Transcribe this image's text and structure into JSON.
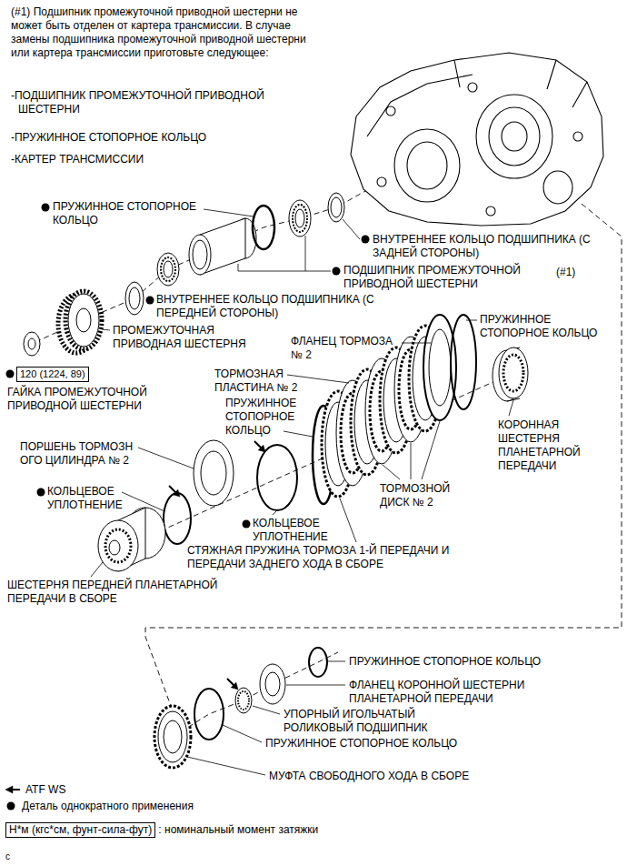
{
  "diagram": {
    "nodes": [
      {
        "text": [
          "120 (1224, 89)"
        ]
      },
      {
        "text": [
          "Н*м (кгс*см, фунт-сила-фут)"
        ]
      }
    ],
    "labels": [
      "(#1) Подшипник промежуточной приводной шестерни не может быть отделен от картера трансмиссии. В случае замены подшипника промежуточной приводной шестерни или картера трансмиссии приготовьте следующее:",
      "-ПОДШИПНИК ПРОМЕЖУТОЧНОЙ ПРИВОДНОЙ ШЕСТЕРНИ",
      "-ПРУЖИННОЕ СТОПОРНОЕ КОЛЬЦО",
      "-КАРТЕР ТРАНСМИССИИ",
      "ПРУЖИННОЕ СТОПОРНОЕ КОЛЬЦО",
      "ВНУТРЕННЕЕ КОЛЬЦО ПОДШИПНИКА (С ЗАДНЕЙ СТОРОНЫ)",
      "ПОДШИПНИК ПРОМЕЖУТОЧНОЙ ПРИВОДНОЙ ШЕСТЕРНИ",
      "(#1)",
      "ВНУТРЕННЕЕ КОЛЬЦО ПОДШИПНИКА (С ПЕРЕДНЕЙ СТОРОНЫ)",
      "ПРОМЕЖУТОЧНАЯ ПРИВОДНАЯ ШЕСТЕРНЯ",
      "ГАЙКА ПРОМЕЖУТОЧНОЙ ПРИВОДНОЙ ШЕСТЕРНИ",
      "ФЛАНЕЦ ТОРМОЗА № 2",
      "ПРУЖИННОЕ СТОПОРНОЕ КОЛЬЦО",
      "ТОРМОЗНАЯ ПЛАСТИНА № 2",
      "ПРУЖИННОЕ СТОПОРНОЕ КОЛЬЦО",
      "КОРОННАЯ ШЕСТЕРНЯ ПЛАНЕТАРНОЙ ПЕРЕДАЧИ",
      "ПОРШЕНЬ ТОРМОЗН ОГО ЦИЛИНДРА № 2",
      "ТОРМОЗНОЙ ДИСК № 2",
      "КОЛЬЦЕВОЕ УПЛОТНЕНИЕ",
      "КОЛЬЦЕВОЕ УПЛОТНЕНИЕ",
      "СТЯЖНАЯ ПРУЖИНА ТОРМОЗА 1-Й ПЕРЕДАЧИ И ПЕРЕДАЧИ ЗАДНЕГО ХОДА В СБОРЕ",
      "ШЕСТЕРНЯ ПЕРЕДНЕЙ ПЛАНЕТАРНОЙ ПЕРЕДАЧИ В СБОРЕ",
      "ПРУЖИННОЕ СТОПОРНОЕ КОЛЬЦО",
      "ФЛАНЕЦ КОРОННОЙ ШЕСТЕРНИ ПЛАНЕТАРНОЙ ПЕРЕДАЧИ",
      "УПОРНЫЙ ИГОЛЬЧАТЫЙ РОЛИКОВЫЙ ПОДШИПНИК",
      "ПРУЖИННОЕ СТОПОРНОЕ КОЛЬЦО",
      "МУФТА СВОБОДНОГО ХОДА В СБОРЕ",
      ": номинальный момент затяжки",
      "c"
    ],
    "legend": [
      {
        "text": "ATF WS"
      },
      {
        "text": "Деталь однократного применения"
      }
    ]
  }
}
